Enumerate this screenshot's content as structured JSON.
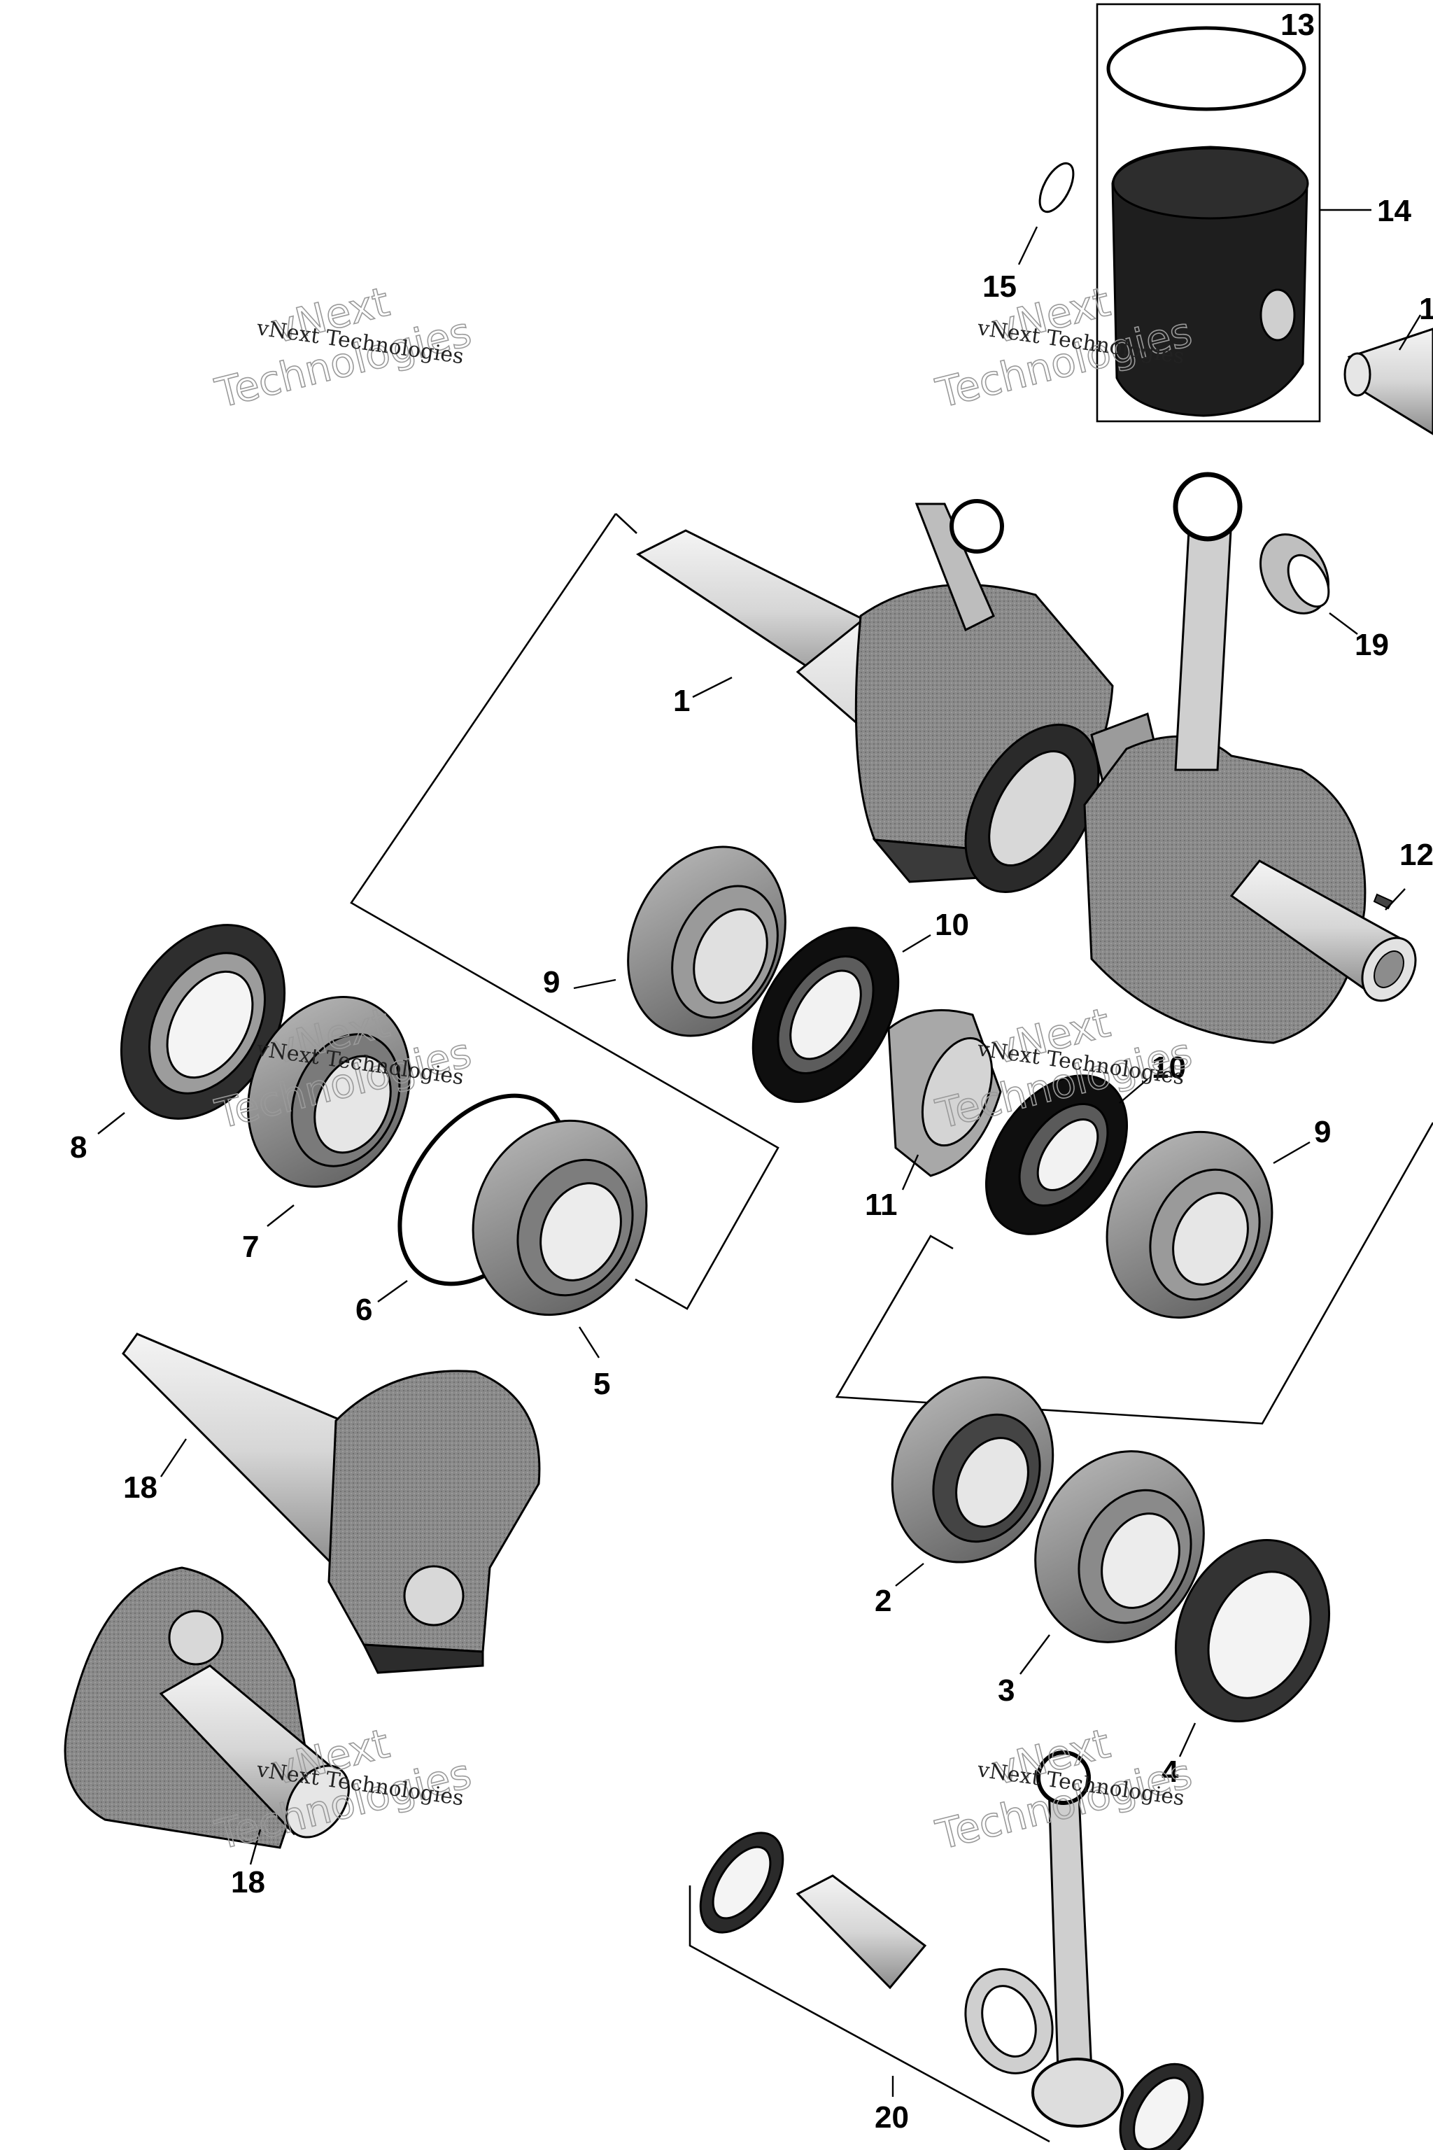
{
  "diagram": {
    "callouts": [
      "1",
      "2",
      "3",
      "4",
      "5",
      "6",
      "7",
      "8",
      "9",
      "10",
      "11",
      "12",
      "13",
      "14",
      "15",
      "18",
      "19",
      "20",
      "9",
      "10",
      "18",
      "1"
    ],
    "watermark": {
      "line1": "vNext",
      "line2": "Technologies",
      "caption": "vNext Technologies"
    },
    "colors": {
      "ink": "#000000",
      "metal_light": "#d9d9d9",
      "metal_mid": "#9a9a9a",
      "metal_dark": "#4a4a4a",
      "grain": "#7d7d7d"
    }
  }
}
